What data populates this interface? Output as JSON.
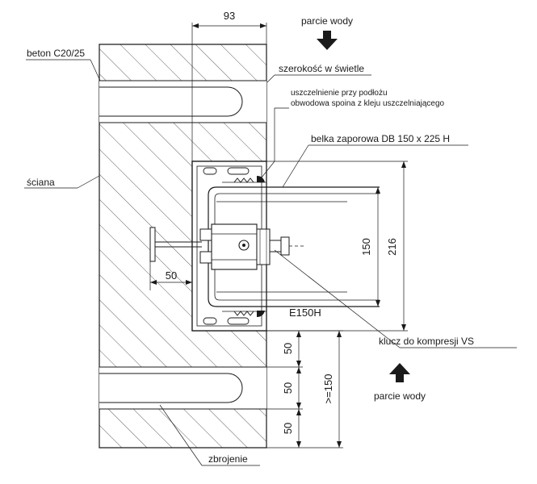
{
  "labels": {
    "concrete": "beton C20/25",
    "clear_width": "szerokość w świetle",
    "seal_line1": "uszczelnienie przy podłożu",
    "seal_line2": "obwodowa spoina z kleju uszczelniającego",
    "beam": "belka zaporowa DB 150 x 225 H",
    "wall": "ściana",
    "key": "klucz do kompresji VS",
    "water_top": "parcie wody",
    "water_bottom": "parcie wody",
    "reinforcement": "zbrojenie",
    "fire_class": "E150H"
  },
  "dimensions": {
    "top_width": "93",
    "inner_height": "150",
    "outer_height": "216",
    "anchor_depth": "50",
    "spacing_1": "50",
    "spacing_2": "50",
    "spacing_3": "50",
    "total_spacing": ">=150"
  },
  "arrows": {
    "top_direction": "down",
    "bottom_direction": "up"
  }
}
